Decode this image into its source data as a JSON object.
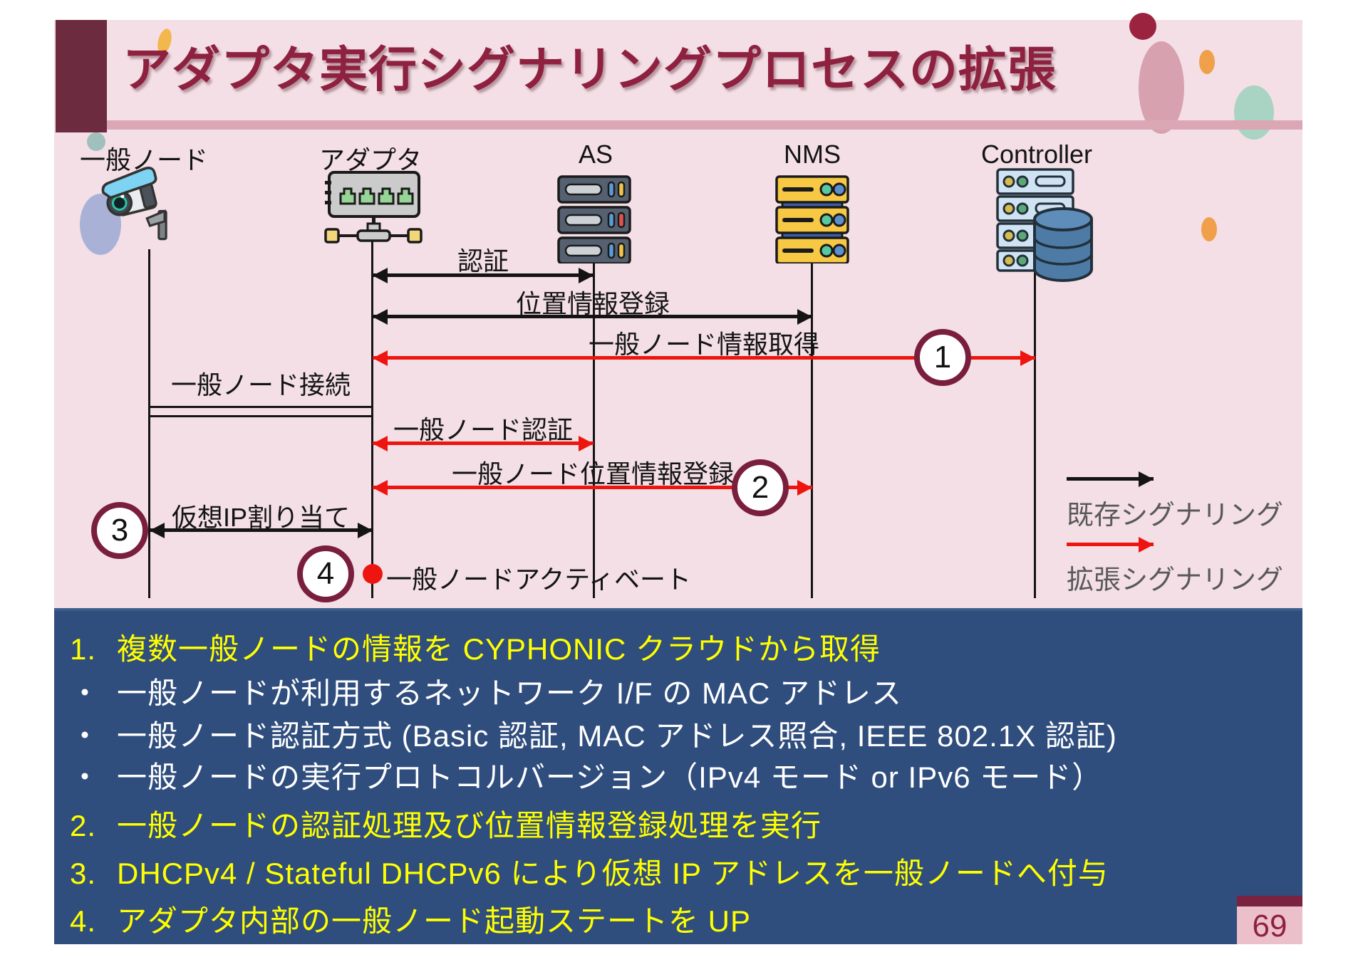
{
  "slide": {
    "title": "アダプタ実行シグナリングプロセスの拡張",
    "page_number": "69"
  },
  "actors": [
    {
      "name": "一般ノード",
      "icon": "camera-icon"
    },
    {
      "name": "アダプタ",
      "icon": "switch-icon"
    },
    {
      "name": "AS",
      "icon": "server-dark-icon"
    },
    {
      "name": "NMS",
      "icon": "server-yellow-icon"
    },
    {
      "name": "Controller",
      "icon": "server-blue-database-icon"
    }
  ],
  "messages": [
    {
      "label": "認証",
      "type": "existing",
      "from": "アダプタ",
      "to": "AS"
    },
    {
      "label": "位置情報登録",
      "type": "existing",
      "from": "アダプタ",
      "to": "NMS"
    },
    {
      "label": "一般ノード情報取得",
      "type": "extended",
      "badge": "1",
      "from": "アダプタ",
      "to": "Controller"
    },
    {
      "label": "一般ノード接続",
      "type": "connection",
      "from": "一般ノード",
      "to": "アダプタ"
    },
    {
      "label": "一般ノード認証",
      "type": "extended",
      "from": "アダプタ",
      "to": "AS"
    },
    {
      "label": "一般ノード位置情報登録",
      "type": "extended",
      "badge": "2",
      "from": "アダプタ",
      "to": "NMS"
    },
    {
      "label": "仮想IP割り当て",
      "type": "existing",
      "badge": "3",
      "from": "一般ノード",
      "to": "アダプタ"
    },
    {
      "label": "一般ノードアクティベート",
      "type": "event",
      "badge": "4",
      "at": "アダプタ"
    }
  ],
  "legend": [
    {
      "label": "既存シグナリング",
      "color": "#141414"
    },
    {
      "label": "拡張シグナリング",
      "color": "#ee1511"
    }
  ],
  "notes": [
    {
      "marker": "1.",
      "text": "複数一般ノードの情報を CYPHONIC クラウドから取得",
      "style": "yellow"
    },
    {
      "marker": "・",
      "text": "一般ノードが利用するネットワーク I/F の MAC アドレス",
      "style": "white"
    },
    {
      "marker": "・",
      "text": "一般ノード認証方式 (Basic 認証, MAC アドレス照合, IEEE 802.1X 認証)",
      "style": "white"
    },
    {
      "marker": "・",
      "text": "一般ノードの実行プロトコルバージョン（IPv4 モード or IPv6 モード）",
      "style": "white"
    },
    {
      "marker": "2.",
      "text": "一般ノードの認証処理及び位置情報登録処理を実行",
      "style": "yellow"
    },
    {
      "marker": "3.",
      "text": "DHCPv4 / Stateful DHCPv6 により仮想 IP アドレスを一般ノードへ付与",
      "style": "yellow"
    },
    {
      "marker": "4.",
      "text": "アダプタ内部の一般ノード起動ステートを UP",
      "style": "yellow"
    }
  ],
  "colors": {
    "slide_background": "#f3dfe5",
    "title_text": "#8e2140",
    "title_block": "#6d2b40",
    "notes_panel": "#2f4d7d",
    "existing_signal": "#141414",
    "extended_signal": "#ee1511",
    "badge_border": "#7a1e3d",
    "note_highlight": "#ffff00"
  }
}
